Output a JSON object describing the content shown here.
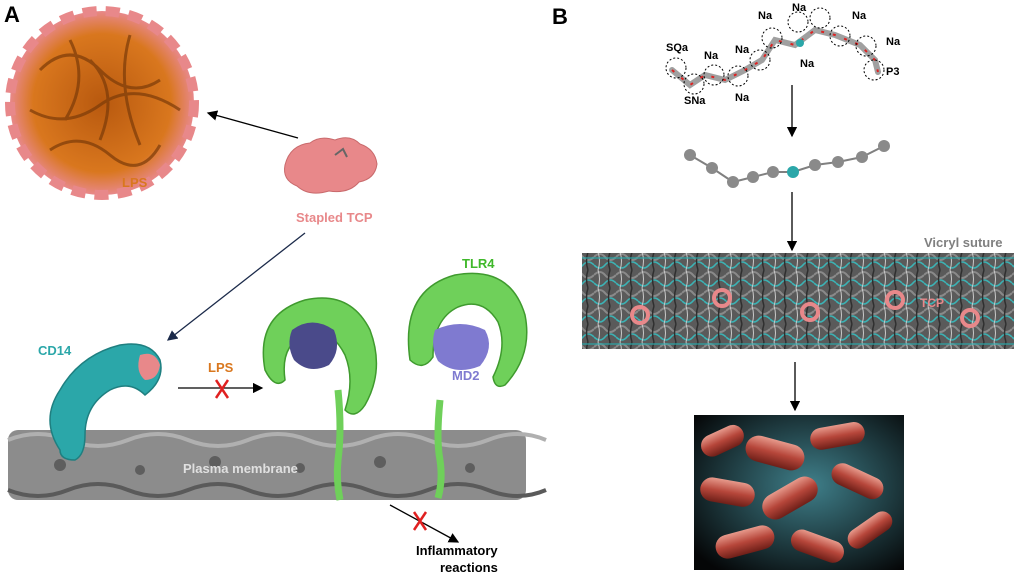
{
  "panel_a": {
    "letter": "A",
    "lps_cluster_label": "LPS",
    "stapled_tcp_label": "Stapled TCP",
    "tlr4_label": "TLR4",
    "cd14_label": "CD14",
    "lps_arrow_label": "LPS",
    "md2_label": "MD2",
    "membrane_label": "Plasma membrane",
    "inflammatory_label_line1": "Inflammatory",
    "inflammatory_label_line2": "reactions"
  },
  "panel_b": {
    "letter": "B",
    "beads": {
      "na1": "Na",
      "na2": "Na",
      "na3": "Na",
      "na4": "Na",
      "na5": "Na",
      "na6": "Na",
      "na7": "Na",
      "na8": "Na",
      "sqa": "SQa",
      "sna": "SNa",
      "p3": "P3"
    },
    "vicryl_label": "Vicryl suture",
    "tcp_label": "TCP"
  },
  "colors": {
    "lps_orange": "#d9771e",
    "tcp_pink": "#e8888a",
    "cd14_teal": "#2ba7a9",
    "tlr4_green": "#6fd05a",
    "md2_purple": "#7f7ad0",
    "membrane_gray": "#8c8c8c",
    "x_red": "#e02020"
  }
}
